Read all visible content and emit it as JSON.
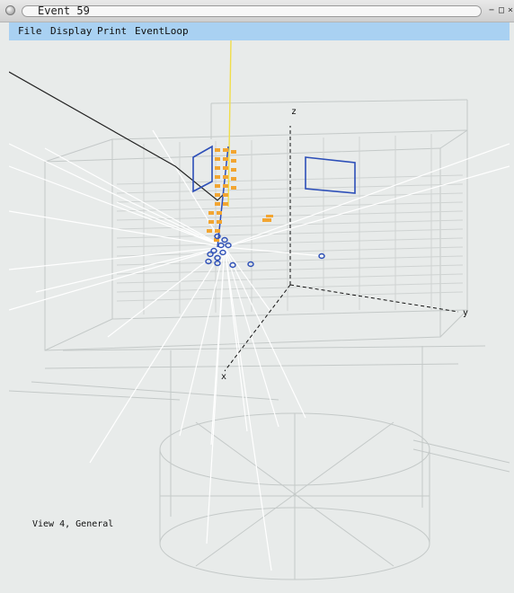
{
  "window": {
    "title": "Event 59"
  },
  "menubar": {
    "items": [
      "File",
      "Display",
      "Print",
      "EventLoop"
    ]
  },
  "viewport": {
    "axes": {
      "x": "x",
      "y": "y",
      "z": "z"
    },
    "caption": "View 4, General"
  },
  "colors": {
    "menubar": "#a9d1f2",
    "background": "#e8ebea",
    "detector_wire": "#c4c9c8",
    "tracks": "#ffffff",
    "hits_orange": "#f2a531",
    "hits_blue": "#2d4fb8",
    "beam_line": "#f0dd4a",
    "cosmic_track": "#222222"
  }
}
